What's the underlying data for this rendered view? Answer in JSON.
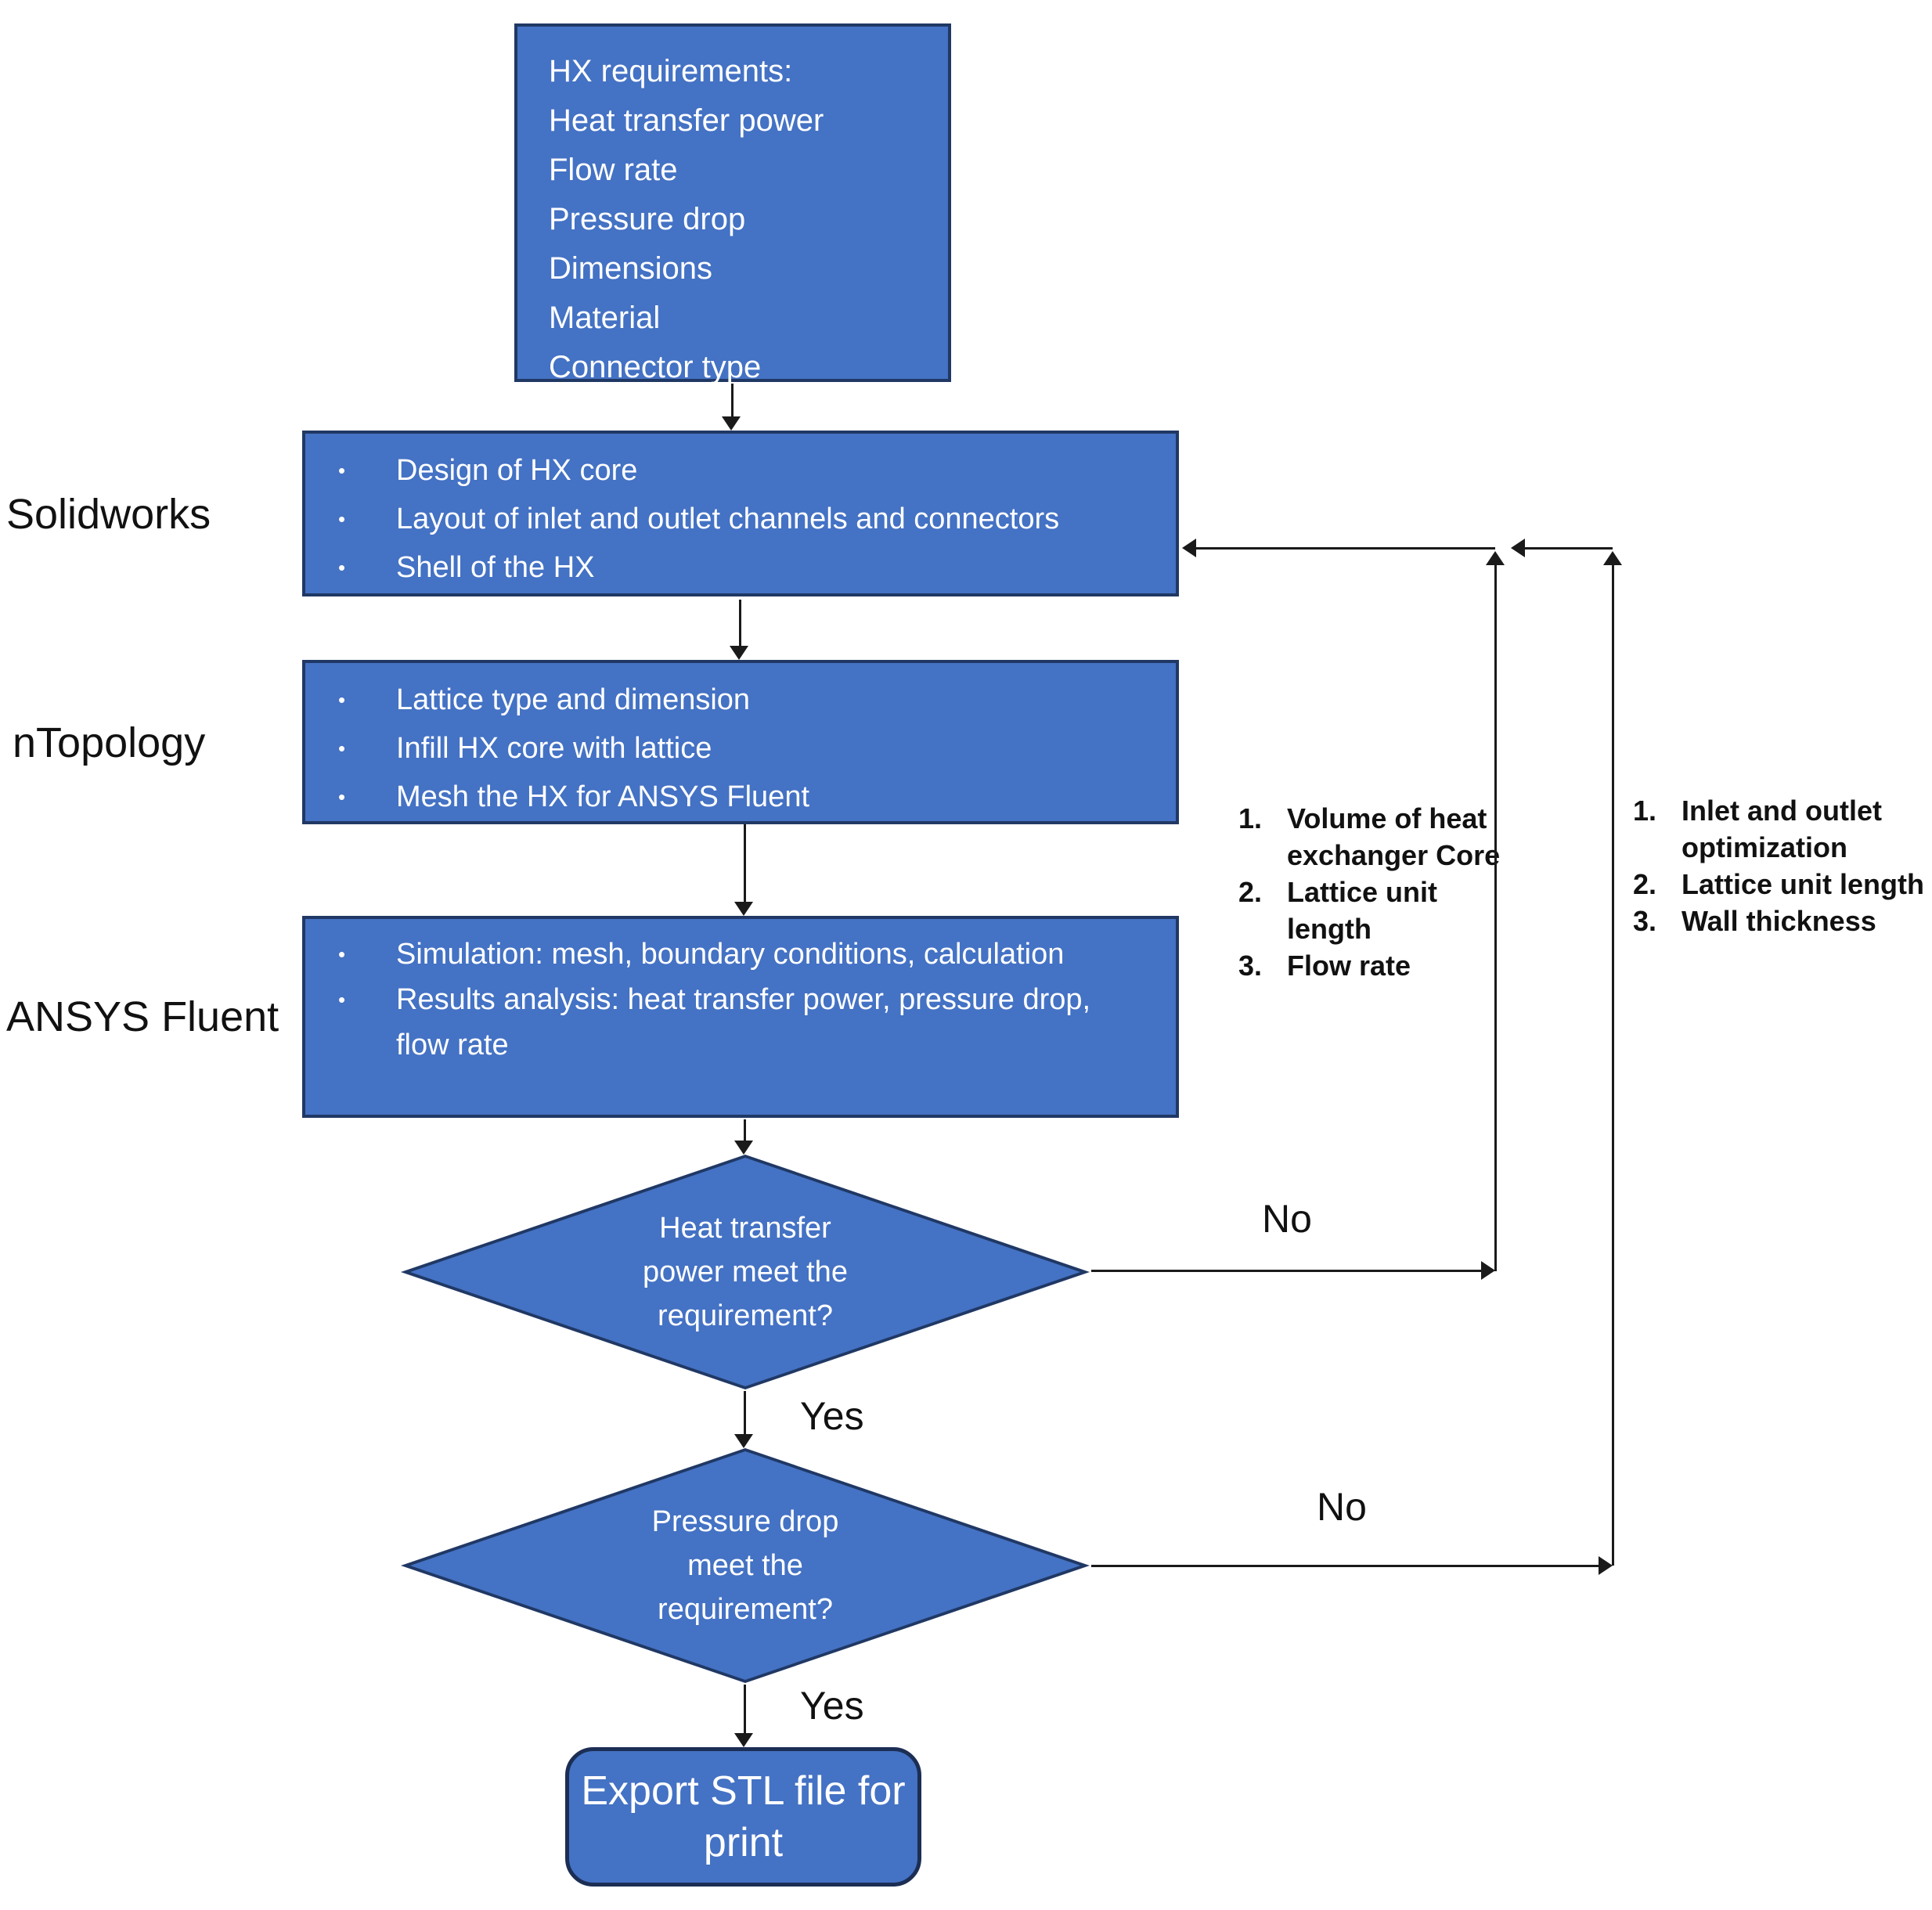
{
  "colors": {
    "box_fill": "#4472C4",
    "box_border": "#203864",
    "connector": "#1a1a1a",
    "box_text": "#ffffff",
    "label_text": "#111111"
  },
  "nodes": {
    "requirements": {
      "lines": [
        "HX requirements:",
        "Heat transfer power",
        "Flow rate",
        "Pressure drop",
        "Dimensions",
        "Material",
        "Connector type"
      ]
    },
    "solidworks": {
      "tool_label": "Solidworks",
      "bullets": [
        "Design of HX core",
        "Layout of inlet and outlet channels and connectors",
        "Shell of the HX"
      ]
    },
    "ntopology": {
      "tool_label": "nTopology",
      "bullets": [
        "Lattice type and dimension",
        "Infill HX core with lattice",
        "Mesh the HX for ANSYS Fluent"
      ]
    },
    "ansys": {
      "tool_label": "ANSYS Fluent",
      "bullets": [
        "Simulation: mesh, boundary conditions, calculation",
        "Results analysis: heat transfer power, pressure drop, flow rate"
      ]
    },
    "decision1": {
      "text": "Heat transfer power meet the requirement?"
    },
    "decision2": {
      "text": "Pressure drop meet the requirement?"
    },
    "export": {
      "text": "Export STL file for print"
    }
  },
  "edge_labels": {
    "yes1": "Yes",
    "yes2": "Yes",
    "no1": "No",
    "no2": "No"
  },
  "annotations": {
    "loop1": {
      "items": [
        "Volume of heat exchanger Core",
        "Lattice unit length",
        "Flow rate"
      ]
    },
    "loop2": {
      "items": [
        "Inlet and outlet optimization",
        "Lattice unit length",
        "Wall thickness"
      ]
    }
  }
}
